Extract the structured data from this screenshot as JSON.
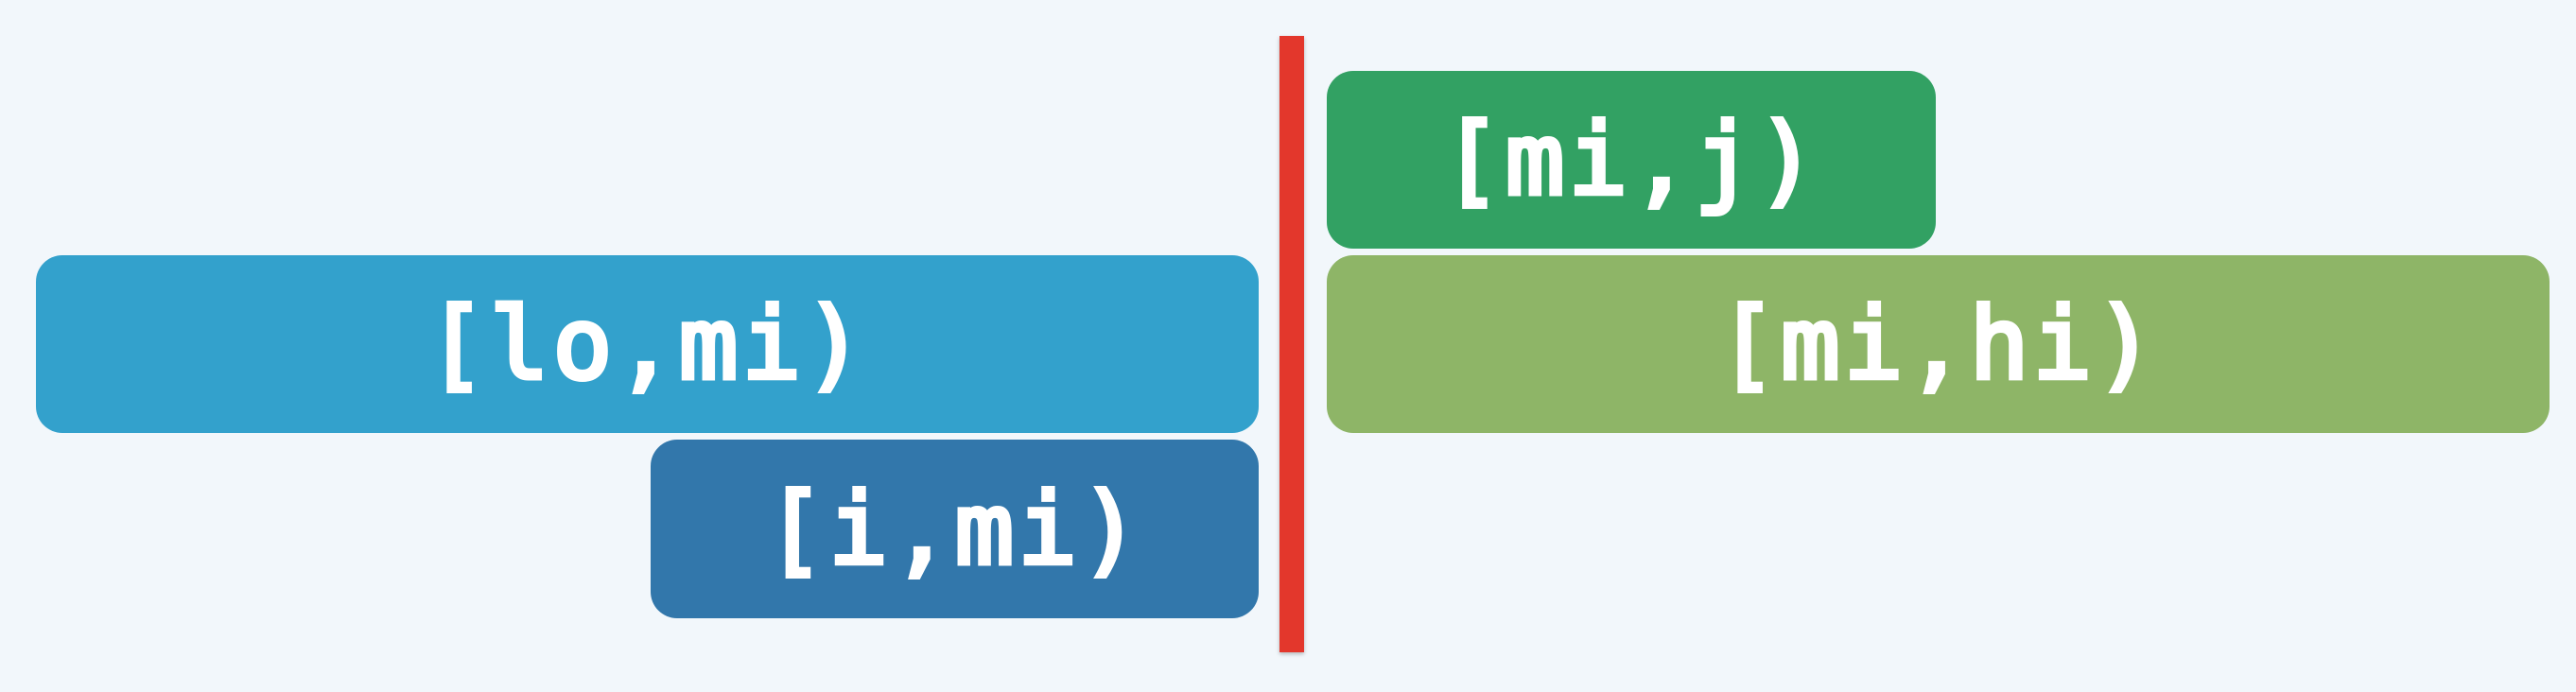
{
  "segments": {
    "lo_mi": {
      "label": "[lo,mi)",
      "color": "#33a1cc"
    },
    "i_mi": {
      "label": "[i,mi)",
      "color": "#3277ab"
    },
    "mi_j": {
      "label": "[mi,j)",
      "color": "#32a163"
    },
    "mi_hi": {
      "label": "[mi,hi)",
      "color": "#8eb567"
    }
  },
  "divider": {
    "color": "#e3372c"
  },
  "background": "#f2f7fb"
}
